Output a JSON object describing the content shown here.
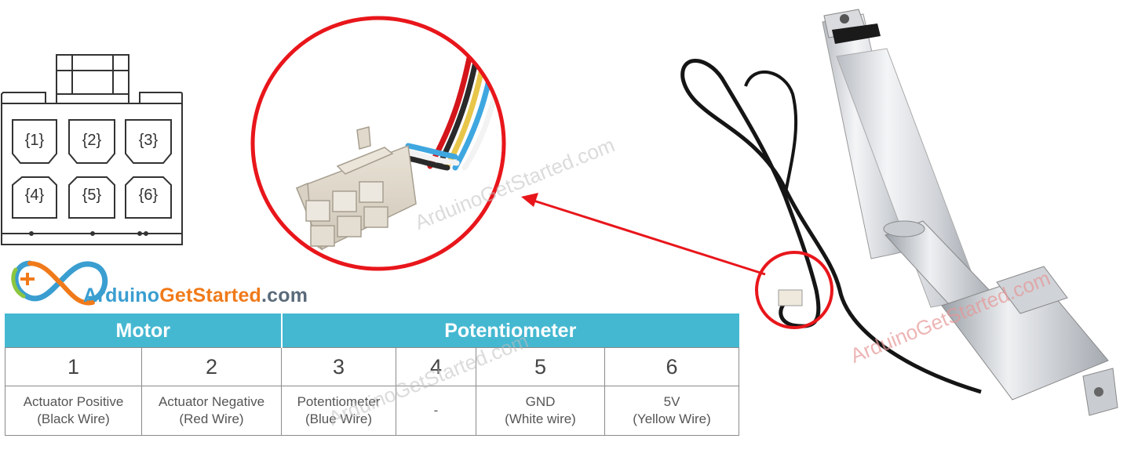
{
  "brand": {
    "part1": "Arduino",
    "part2": "GetStarted",
    "part3": ".com"
  },
  "watermark": "ArduinoGetStarted.com",
  "connector_pins": [
    "{1}",
    "{2}",
    "{3}",
    "{4}",
    "{5}",
    "{6}"
  ],
  "table": {
    "groups": [
      "Motor",
      "Potentiometer"
    ],
    "pins": [
      "1",
      "2",
      "3",
      "4",
      "5",
      "6"
    ],
    "descriptions": [
      [
        "Actuator Positive",
        "(Black Wire)"
      ],
      [
        "Actuator Negative",
        "(Red Wire)"
      ],
      [
        "Potentiometer",
        "(Blue Wire)"
      ],
      [
        "-",
        ""
      ],
      [
        "GND",
        "(White wire)"
      ],
      [
        "5V",
        "(Yellow Wire)"
      ]
    ]
  },
  "colors": {
    "header": "#45b8d1",
    "highlight": "#e8161b",
    "brand_blue": "#3a9ed0",
    "brand_orange": "#f07a1a"
  }
}
